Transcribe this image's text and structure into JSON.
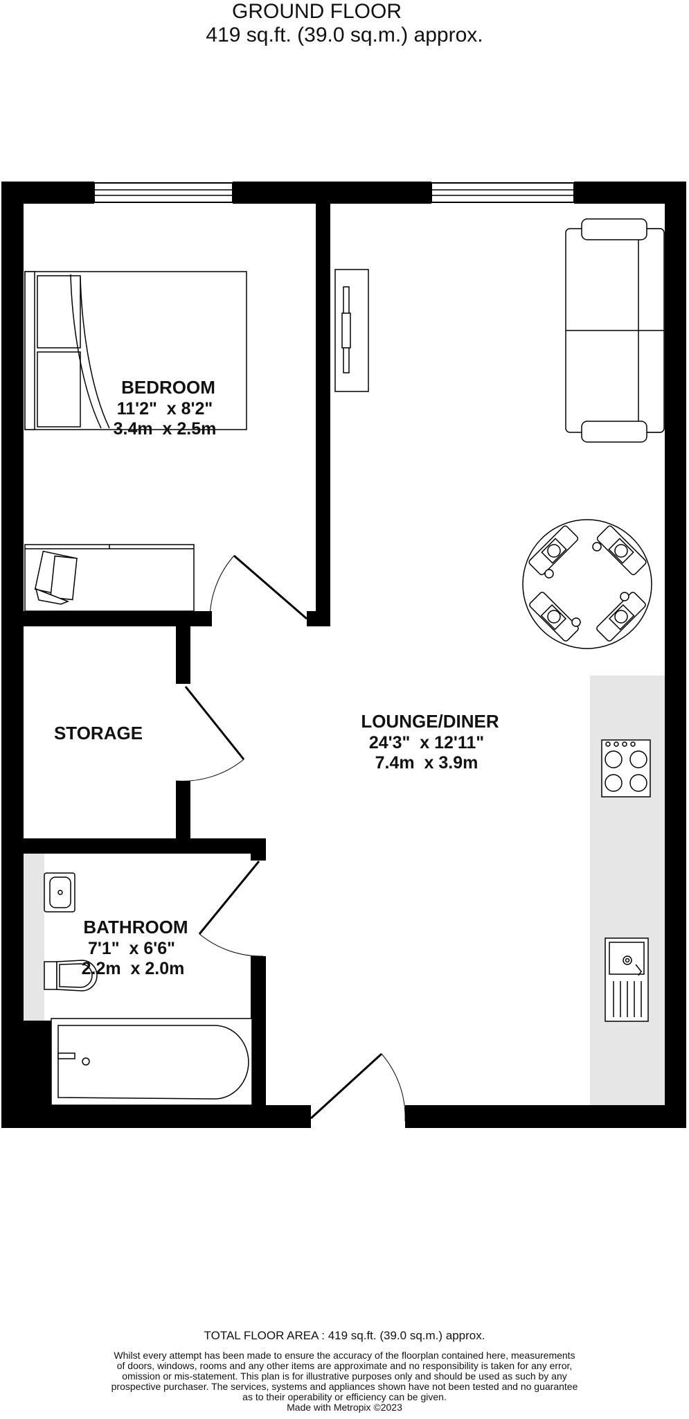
{
  "header": {
    "floor_name": "GROUND FLOOR",
    "floor_area": "419 sq.ft. (39.0 sq.m.) approx."
  },
  "rooms": {
    "bedroom": {
      "name": "BEDROOM",
      "imperial": "11'2\"  x 8'2\"",
      "metric": "3.4m  x 2.5m"
    },
    "storage": {
      "name": "STORAGE"
    },
    "lounge": {
      "name": "LOUNGE/DINER",
      "imperial": "24'3\"  x 12'11\"",
      "metric": "7.4m  x 3.9m"
    },
    "bathroom": {
      "name": "BATHROOM",
      "imperial": "7'1\"  x 6'6\"",
      "metric": "2.2m  x 2.0m"
    }
  },
  "footer": {
    "total": "TOTAL FLOOR AREA : 419 sq.ft. (39.0 sq.m.) approx.",
    "disclaimer_lines": [
      "Whilst every attempt has been made to ensure the accuracy of the floorplan contained here, measurements",
      "of doors, windows, rooms and any other items are approximate and no responsibility is taken for any error,",
      "omission or mis-statement. This plan is for illustrative purposes only and should be used as such by any",
      "prospective purchaser. The services, systems and appliances shown have not been tested and no guarantee",
      "as to their operability or efficiency can be given.",
      "Made with Metropix ©2023"
    ]
  },
  "colors": {
    "wall": "#000000",
    "fixture_area": "#e6e6e6",
    "window": "#cfcfcf"
  }
}
